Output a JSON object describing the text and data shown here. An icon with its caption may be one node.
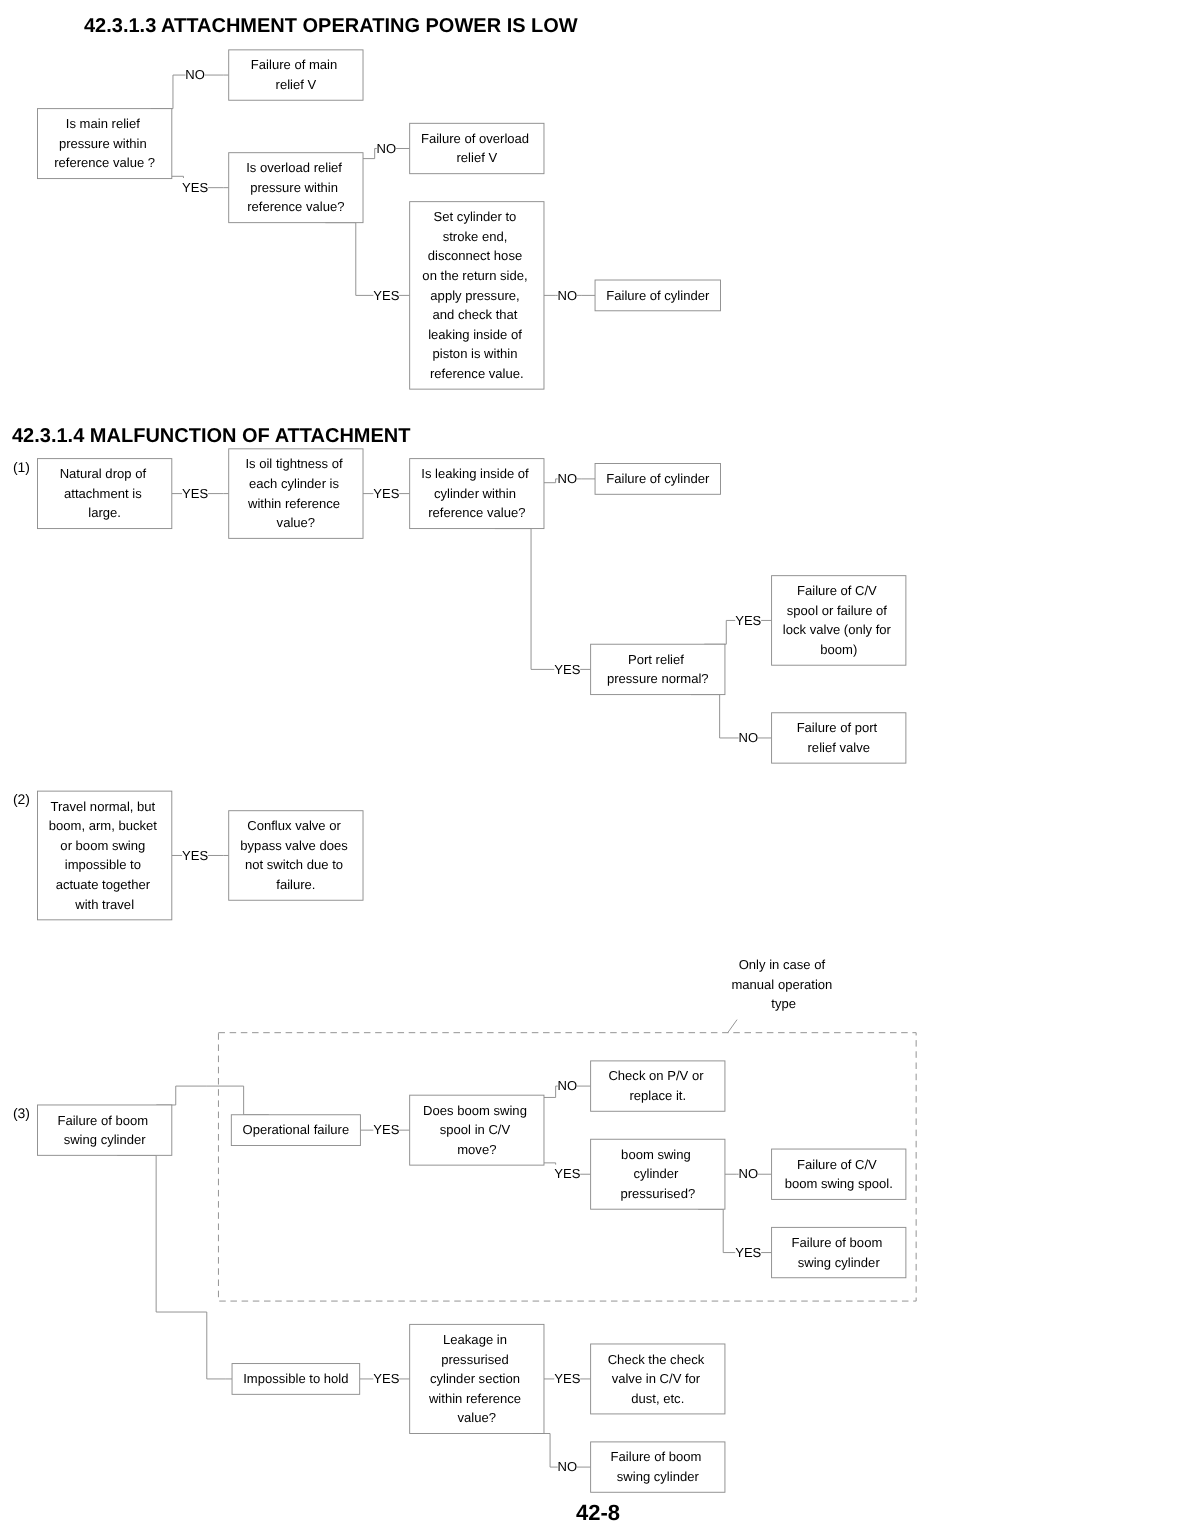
{
  "diagram": {
    "nodes": [
      {
        "text": [
          "Is main relief pressure within reference value ?"
        ]
      },
      {
        "text": [
          "Failure of main relief V"
        ]
      },
      {
        "text": [
          "Is overload relief pressure within reference value?"
        ]
      },
      {
        "text": [
          "Failure of overload relief V"
        ]
      },
      {
        "text": [
          "Set cylinder to stroke end, disconnect hose on the return side, apply pressure, and check that leaking inside of piston is within reference value."
        ]
      },
      {
        "text": [
          "Failure of cylinder"
        ]
      },
      {
        "text": [
          "Natural drop of attachment is large."
        ],
        "beside": [
          "(1)"
        ]
      },
      {
        "text": [
          "Is oil tightness of each cylinder is within reference value?"
        ]
      },
      {
        "text": [
          "Is leaking inside of cylinder within reference value?"
        ]
      },
      {
        "text": [
          "Failure of cylinder"
        ]
      },
      {
        "text": [
          "Port relief pressure normal?"
        ]
      },
      {
        "text": [
          "Failure of C/V spool or failure of lock valve (only for boom)"
        ]
      },
      {
        "text": [
          "Failure of port relief valve"
        ]
      },
      {
        "text": [
          "Travel normal, but boom, arm, bucket or boom swing impossible to actuate together with travel"
        ],
        "beside": [
          "(2)"
        ]
      },
      {
        "text": [
          "Conflux valve or bypass valve does not switch due to failure."
        ]
      },
      {
        "text": [
          "Failure of boom swing cylinder"
        ],
        "beside": [
          "(3)"
        ]
      },
      {
        "text": [
          "Only in case of manual operation type"
        ]
      },
      {
        "text": [],
        "shape": "box"
      },
      {
        "text": [
          "Operational failure"
        ],
        "in": 17
      },
      {
        "text": [
          "Does boom swing spool in C/V move?"
        ],
        "in": 17
      },
      {
        "text": [
          "Check on P/V or replace it."
        ],
        "in": 17
      },
      {
        "text": [
          "boom swing cylinder pressurised?"
        ],
        "in": 17
      },
      {
        "text": [
          "Failure of C/V boom swing spool."
        ],
        "in": 17
      },
      {
        "text": [
          "Failure of boom swing cylinder"
        ],
        "in": 17
      },
      {
        "text": [
          "Impossible to hold"
        ]
      },
      {
        "text": [
          "Leakage in pressurised cylinder section within reference value?"
        ]
      },
      {
        "text": [
          "Check the check valve in C/V for dust, etc."
        ]
      },
      {
        "text": [
          "Failure of boom swing cylinder"
        ]
      }
    ],
    "edges": [
      {
        "from": 0,
        "to": 1,
        "arrow": "none",
        "label": "NO"
      },
      {
        "from": 0,
        "to": 2,
        "arrow": "none",
        "label": "YES"
      },
      {
        "from": 2,
        "to": 3,
        "arrow": "none",
        "label": "NO"
      },
      {
        "from": 2,
        "to": 4,
        "arrow": "none",
        "label": "YES"
      },
      {
        "from": 4,
        "to": 5,
        "arrow": "none",
        "label": "NO"
      },
      {
        "from": 6,
        "to": 7,
        "arrow": "none",
        "label": "YES"
      },
      {
        "from": 7,
        "to": 8,
        "arrow": "none",
        "label": "YES"
      },
      {
        "from": 8,
        "to": 9,
        "arrow": "none",
        "label": "NO"
      },
      {
        "from": 8,
        "to": 10,
        "arrow": "none",
        "label": "YES"
      },
      {
        "from": 10,
        "to": 11,
        "arrow": "none",
        "label": "YES"
      },
      {
        "from": 10,
        "to": 12,
        "arrow": "none",
        "label": "NO"
      },
      {
        "from": 13,
        "to": 14,
        "arrow": "none",
        "label": "YES"
      },
      {
        "from": 15,
        "to": 18,
        "arrow": "none"
      },
      {
        "from": 15,
        "to": 24,
        "arrow": "none"
      },
      {
        "from": 16,
        "to": 17,
        "arrow": "none"
      },
      {
        "from": 18,
        "to": 19,
        "arrow": "none",
        "label": "YES"
      },
      {
        "from": 19,
        "to": 20,
        "arrow": "none",
        "label": "NO"
      },
      {
        "from": 19,
        "to": 21,
        "arrow": "none",
        "label": "YES"
      },
      {
        "from": 21,
        "to": 22,
        "arrow": "none",
        "label": "NO"
      },
      {
        "from": 21,
        "to": 23,
        "arrow": "none",
        "label": "YES"
      },
      {
        "from": 24,
        "to": 25,
        "arrow": "none",
        "label": "YES"
      },
      {
        "from": 25,
        "to": 26,
        "arrow": "none",
        "label": "YES"
      },
      {
        "from": 25,
        "to": 27,
        "arrow": "none",
        "label": "NO"
      }
    ],
    "labels": [
      "42.3.1.3 ATTACHMENT OPERATING POWER IS LOW",
      "42.3.1.4 MALFUNCTION OF ATTACHMENT",
      "42-8"
    ]
  }
}
